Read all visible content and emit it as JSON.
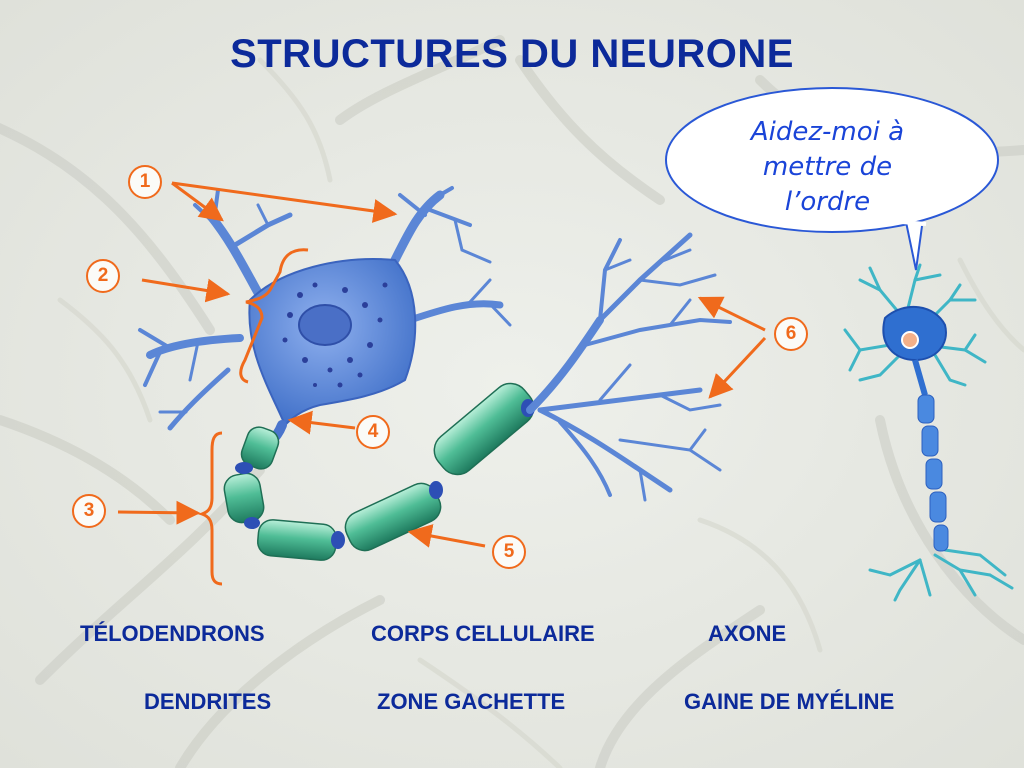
{
  "title": "STRUCTURES DU NEURONE",
  "speech_bubble": {
    "lines": [
      "Aidez-moi à",
      "mettre de",
      "l’ordre"
    ]
  },
  "markers": [
    "1",
    "2",
    "3",
    "4",
    "5",
    "6"
  ],
  "terms": {
    "row1": [
      "TÉLODENDRONS",
      "CORPS CELLULAIRE",
      "AXONE"
    ],
    "row2": [
      "DENDRITES",
      "ZONE GACHETTE",
      "GAINE DE MYÉLINE"
    ]
  },
  "colors": {
    "title": "#0c2a9a",
    "arrows": "#f06a1c",
    "neuron": "#5b86d6",
    "myelin": "#3fae8a",
    "bubble_text": "#1a44d8"
  }
}
